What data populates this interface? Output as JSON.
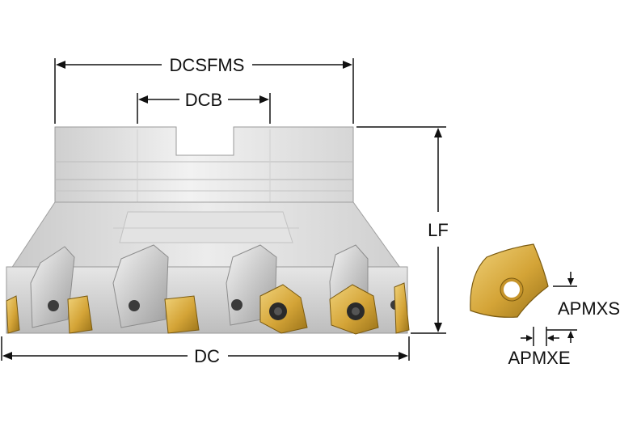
{
  "dimensions": {
    "dcsfms": "DCSFMS",
    "dcb": "DCB",
    "lf": "LF",
    "dc": "DC",
    "apmxs": "APMXS",
    "apmxe": "APMXE"
  },
  "colors": {
    "body_light": "#eeeeee",
    "body_mid": "#d2d2d2",
    "body_dark": "#a6a6a6",
    "insert_gold": "#d4a437",
    "insert_gold_dark": "#9a7319",
    "dimension_line": "#111111",
    "screw": "#2a2a2a"
  },
  "icons": {
    "cutter": "face-mill-cutter-body",
    "insert": "cutting-insert-triangular"
  }
}
